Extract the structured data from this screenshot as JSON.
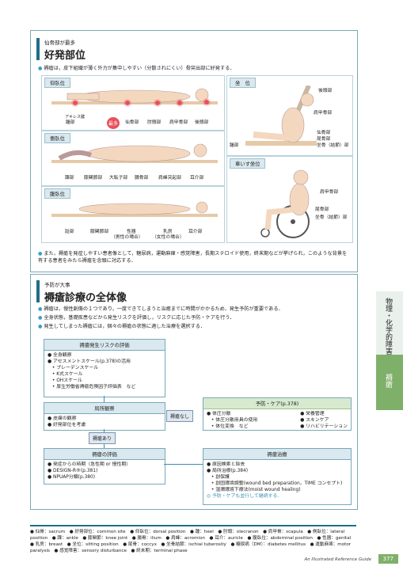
{
  "section1": {
    "chip": "仙骨部が最多",
    "title": "好発部位",
    "intro": "褥瘡は，皮下組織が薄く外力が集中しやすい（分散されにくい）骨突出部に好発する．",
    "positions": {
      "supine": "仰臥位",
      "lateral": "側臥位",
      "prone": "腹臥位",
      "sitting": "坐　位",
      "wheelchair": "車いす坐位"
    },
    "supine_labels": [
      "踵部",
      "仙骨部",
      "肘頭部",
      "肩甲骨部",
      "後頭部"
    ],
    "supine_small": "アキレス腱",
    "most": "最多",
    "lateral_labels": [
      "踝部",
      "膝関節部",
      "大転子部",
      "腸骨部",
      "肩峰突起部",
      "耳介部"
    ],
    "prone_labels": [
      "趾部",
      "膝関節部",
      "性器",
      "乳房",
      "耳介部"
    ],
    "prone_sub": [
      "（男性の場合）",
      "（女性の場合）"
    ],
    "sitting_labels": [
      "後頭部",
      "肩甲骨部",
      "仙骨部",
      "尾骨部",
      "坐骨（結節）部",
      "踵部"
    ],
    "wheelchair_labels": [
      "肩甲骨部",
      "尾骨部",
      "坐骨（結節）部"
    ],
    "note": "また，褥瘡を発症しやすい患者像として，糖尿病，運動麻痺・感覚障害，長期ステロイド使用，終末期などが挙げられ，このような背景を有する患者をみたら褥瘡を念頭に対応する．"
  },
  "section2": {
    "chip": "予防が大事",
    "title": "褥瘡診療の全体像",
    "bullets": [
      "褥瘡は，慢性創傷の１つであり，一度できてしまうと治癒までに時間がかかるため，発生予防が重要である．",
      "全身状態，基礎疾患などから発生リスクを評価し，リスクに応じた予防・ケアを行う．",
      "発生してしまった褥瘡には，個々の褥瘡の状態に適した治療を選択する．"
    ],
    "risk_box": {
      "head": "褥瘡発生リスクの評価",
      "lines": [
        "● 全身観察",
        "● アセスメントスケール(p.378)の活用",
        "　• ブレーデンスケール",
        "　• K式スケール",
        "　• OHスケール",
        "　• 厚生労働省褥瘡危険因子評価表　など"
      ]
    },
    "local_box": {
      "head": "局所観察",
      "lines": [
        "● 皮膚の観察",
        "● 好発部位を考慮"
      ]
    },
    "no_ulcer": "褥瘡なし",
    "ulcer": "褥瘡あり",
    "prevent_box": {
      "head": "予防・ケア(p.378)",
      "left": [
        "● 体圧分散",
        "　• 体圧分散用具の使用",
        "　• 体位変換　など"
      ],
      "right": [
        "● 栄養管理",
        "● スキンケア",
        "● リハビリテーション"
      ]
    },
    "eval_box": {
      "head": "褥瘡の評価",
      "lines": [
        "● 発症からの時期（急性期 or 慢性期）",
        "● DESIGN-R®(p.381)",
        "● NPUAP分類(p.380)"
      ]
    },
    "treat_box": {
      "head": "褥瘡治療",
      "lines": [
        "● 原因検索と除去",
        "● 局所治療(p.384)",
        "　• 創保護",
        "　• 創固環境調整(wound bed preparation，TIME コンセプト)",
        "　• 湿潤環境下療法(moist wound healing)",
        "◎ 予防・ケアも並行して継続する．"
      ]
    }
  },
  "sidebar": {
    "category": "物理・化学的障害",
    "current": "褥瘡"
  },
  "footer": "● 仙骨：sacrum　● 好発部位：common site　● 仰臥位：dorsal position　● 踵：heel　● 肘頭：olecranon　● 肩甲骨：scapula　● 側臥位：lateral position　● 踝：ankle　● 膝関節：knee joint　● 腸骨：ilium　● 肩峰：acromion　● 耳介：auricle　● 腹臥位：abdominal position　● 性器：genital　● 乳房：breast　● 坐位：sitting position　● 尾骨：coccyx　● 坐骨結節：ischial tuberosity　● 糖尿病（DM）：diabetes mellitus　● 運動麻痺：motor paralysis　● 感覚障害：sensory disturbance　● 終末期：terminal phase",
  "page": {
    "guide": "An Illustrated Reference Guide",
    "number": "377"
  }
}
